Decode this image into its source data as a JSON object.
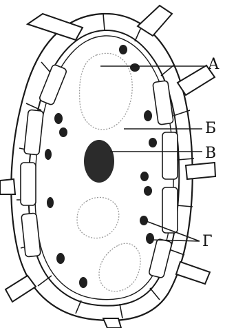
{
  "labels": {
    "a": "А",
    "b": "Б",
    "v": "В",
    "g": "Г"
  },
  "colors": {
    "ink": "#1a1a1a",
    "wall_fill": "#ffffff",
    "nucleus": "#2b2b2b",
    "vacuole_outline": "#9a9a9a"
  }
}
